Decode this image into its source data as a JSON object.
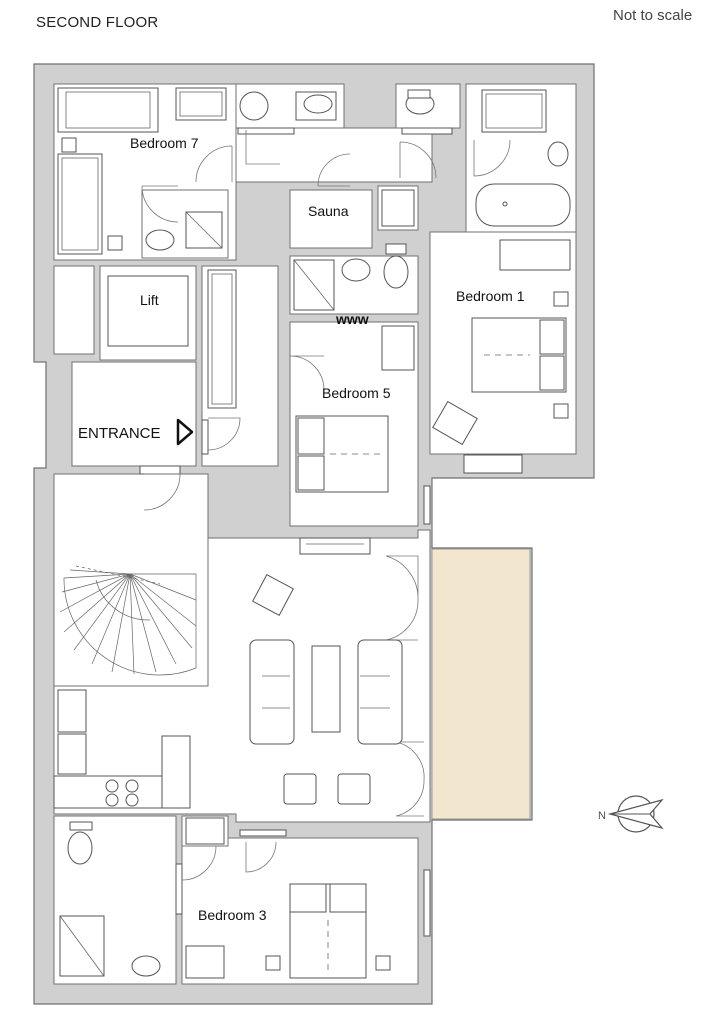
{
  "header": {
    "floor_title": "SECOND FLOOR",
    "scale_note": "Not to scale"
  },
  "rooms": {
    "bedroom7": "Bedroom 7",
    "sauna": "Sauna",
    "lift": "Lift",
    "bedroom1": "Bedroom 1",
    "bedroom5": "Bedroom 5",
    "entrance": "ENTRANCE",
    "bedroom3": "Bedroom 3",
    "www": "www"
  },
  "compass": {
    "icon": "north-arrow-icon",
    "letter": "N"
  },
  "colors": {
    "balcony": "#f3e6cf",
    "wall": "#d0d0d0",
    "line": "#707070"
  }
}
